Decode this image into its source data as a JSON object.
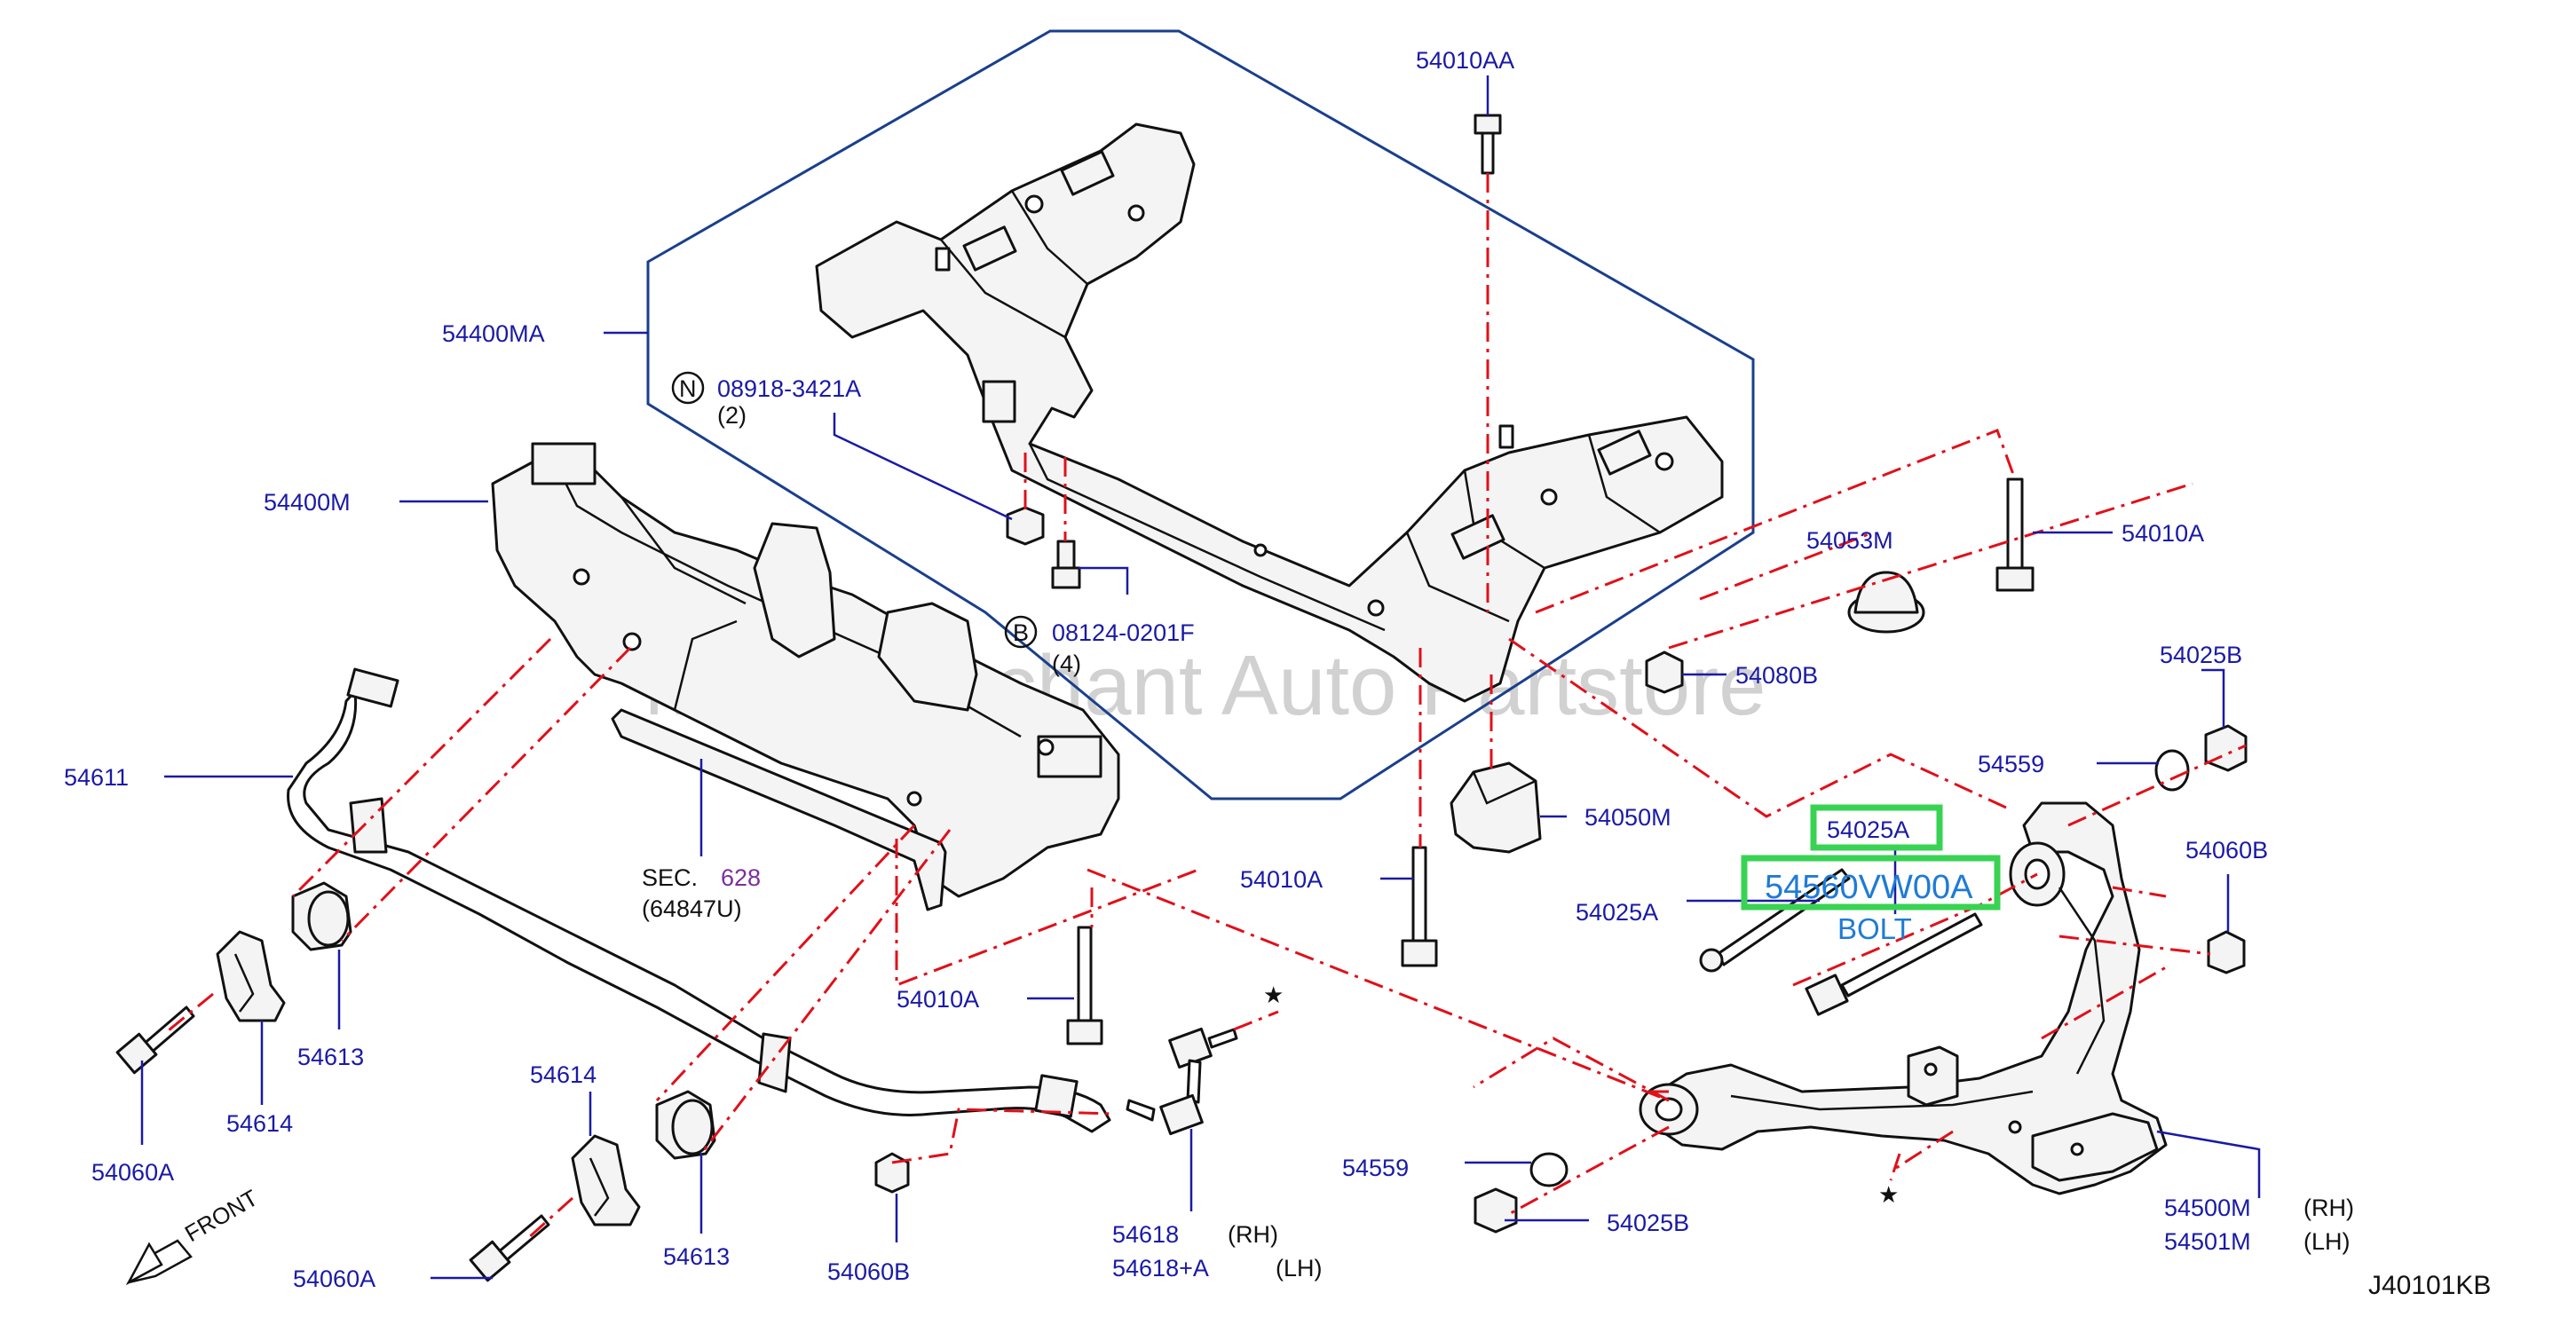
{
  "watermark": "Multi Merchant Auto Partstore",
  "diagram_code": "J40101KB",
  "front_label": "FRONT",
  "labels": {
    "p54010AA": "54010AA",
    "p54400MA": "54400MA",
    "p08918": "08918-3421A",
    "p08918_qty": "(2)",
    "p08918_sym": "N",
    "p54400M": "54400M",
    "p08124": "08124-0201F",
    "p08124_qty": "(4)",
    "p08124_sym": "B",
    "p54053M": "54053M",
    "p54010A_top": "54010A",
    "p54080B": "54080B",
    "p54025B_top": "54025B",
    "p54559_top": "54559",
    "p54611": "54611",
    "sec_prefix": "SEC.",
    "sec_num": "628",
    "sec_part": "(64847U)",
    "p54050M": "54050M",
    "p54010A_mid": "54010A",
    "p54025A_top": "54025A",
    "p54560": "54560VW00A",
    "bolt_label": "BOLT",
    "p54025A_left": "54025A",
    "p54060B_right": "54060B",
    "p54613_upper": "54613",
    "p54010A_lower": "54010A",
    "p54614_lower": "54614",
    "p54614_upper": "54614",
    "p54060A_upper": "54060A",
    "p54559_bottom": "54559",
    "p54025B_bottom": "54025B",
    "p54500M": "54500M",
    "p54500M_side": "(RH)",
    "p54501M": "54501M",
    "p54501M_side": "(LH)",
    "p54618": "54618",
    "p54618_side": "(RH)",
    "p54618A": "54618+A",
    "p54618A_side": "(LH)",
    "p54060B_bottom": "54060B",
    "p54613_lower": "54613",
    "p54060A_lower": "54060A",
    "star": "★"
  },
  "colors": {
    "label_blue": "#1a1aa6",
    "leader_blue": "#1a1aa6",
    "assembly_box": "#1a3f8c",
    "centerline_red": "#e0101a",
    "highlight_green": "#39d353",
    "sec_purple": "#7a2f9e",
    "callout_blue": "#1e7bd6"
  },
  "icons": [
    "bolt-icon",
    "nut-icon",
    "washer-icon",
    "bushing-icon",
    "clamp-icon",
    "star-icon",
    "front-arrow-icon",
    "circle-n-icon",
    "circle-b-icon"
  ]
}
